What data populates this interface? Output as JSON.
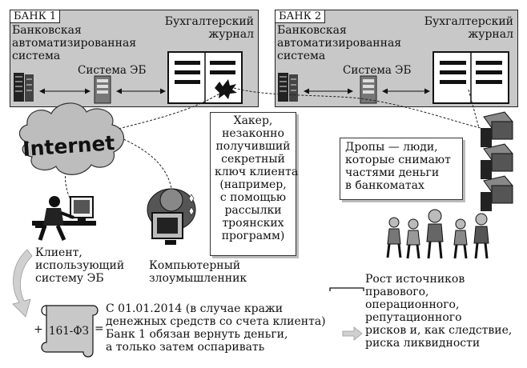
{
  "bank1": {
    "tag": "БАНК 1",
    "abs_label": [
      "Банковская",
      "автоматизированная",
      "система"
    ],
    "eb_label": "Система ЭБ",
    "journal_label": [
      "Бухгалтерский",
      "журнал"
    ]
  },
  "bank2": {
    "tag": "БАНК 2",
    "abs_label": [
      "Банковская",
      "автоматизированная",
      "система"
    ],
    "eb_label": "Система ЭБ",
    "journal_label": [
      "Бухгалтерский",
      "журнал"
    ]
  },
  "internet_label": "Internet",
  "hacker_callout": [
    "Хакер,",
    "незаконно",
    "получивший",
    "секретный",
    "ключ клиента",
    "(например,",
    "с помощью",
    "рассылки",
    "троянских",
    "программ)"
  ],
  "drops_callout": [
    "Дропы — люди,",
    "которые снимают",
    "частями деньги",
    "в банкоматах"
  ],
  "client_label": [
    "Клиент,",
    "использующий",
    "систему ЭБ"
  ],
  "criminal_label": [
    "Компьютерный",
    "злоумышленник"
  ],
  "law": {
    "plus": "+",
    "scroll_label": "161-ФЗ",
    "equals": "=",
    "text": [
      "С 01.01.2014 (в случае кражи",
      "денежных средств со счета клиента)",
      "Банк 1 обязан вернуть деньги,",
      "а только затем оспаривать"
    ]
  },
  "risks": [
    "Рост источников",
    "правового,",
    "операционного,",
    "репутационного",
    "рисков и, как следствие,",
    "риска ликвидности"
  ],
  "colors": {
    "panel": "#c8c8c8",
    "cloud": "#bdbdbd",
    "shadow": "#bdbdbd",
    "arrow_fill": "#d0d0d0"
  }
}
